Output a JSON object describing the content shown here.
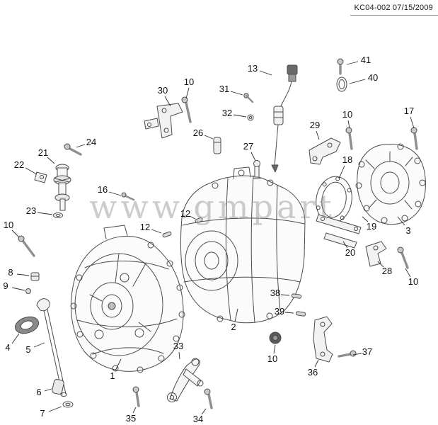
{
  "header": {
    "doc_code": "KC04-002 07/15/2009"
  },
  "watermark": {
    "text": "www.gmpart"
  },
  "colors": {
    "line": "#4a4a4a",
    "watermark_gray": "#8f8f8f",
    "background": "#ffffff"
  },
  "diagram": {
    "type": "exploded-parts-view",
    "callouts": [
      {
        "n": "41",
        "t": [
          517,
          85
        ],
        "l": [
          506,
          87,
          490,
          91
        ]
      },
      {
        "n": "40",
        "t": [
          527,
          110
        ],
        "l": [
          516,
          112,
          494,
          118
        ]
      },
      {
        "n": "13",
        "t": [
          357,
          97
        ],
        "l": [
          367,
          100,
          384,
          106
        ]
      },
      {
        "n": "30",
        "t": [
          230,
          128
        ],
        "l": [
          233,
          136,
          241,
          150
        ]
      },
      {
        "n": "10",
        "t": [
          267,
          116
        ],
        "l": [
          267,
          124,
          263,
          139
        ]
      },
      {
        "n": "31",
        "t": [
          317,
          126
        ],
        "l": [
          326,
          129,
          343,
          134
        ]
      },
      {
        "n": "32",
        "t": [
          321,
          160
        ],
        "l": [
          330,
          162,
          348,
          165
        ]
      },
      {
        "n": "26",
        "t": [
          280,
          188
        ],
        "l": [
          289,
          191,
          301,
          196
        ]
      },
      {
        "n": "27",
        "t": [
          351,
          207
        ],
        "l": [
          355,
          215,
          361,
          227
        ]
      },
      {
        "n": "29",
        "t": [
          445,
          177
        ],
        "l": [
          447,
          185,
          451,
          197
        ]
      },
      {
        "n": "10",
        "t": [
          491,
          162
        ],
        "l": [
          492,
          170,
          494,
          181
        ]
      },
      {
        "n": "17",
        "t": [
          578,
          157
        ],
        "l": [
          580,
          165,
          585,
          181
        ]
      },
      {
        "n": "18",
        "t": [
          491,
          226
        ],
        "l": [
          487,
          234,
          479,
          252
        ]
      },
      {
        "n": "3",
        "t": [
          577,
          326
        ],
        "l": [
          572,
          318,
          562,
          306
        ]
      },
      {
        "n": "24",
        "t": [
          129,
          201
        ],
        "l": [
          120,
          204,
          108,
          208
        ]
      },
      {
        "n": "21",
        "t": [
          61,
          216
        ],
        "l": [
          67,
          222,
          77,
          231
        ]
      },
      {
        "n": "22",
        "t": [
          27,
          233
        ],
        "l": [
          36,
          237,
          52,
          246
        ]
      },
      {
        "n": "23",
        "t": [
          44,
          298
        ],
        "l": [
          53,
          300,
          74,
          303
        ]
      },
      {
        "n": "16",
        "t": [
          145,
          268
        ],
        "l": [
          154,
          271,
          171,
          276
        ]
      },
      {
        "n": "12",
        "t": [
          205,
          321
        ],
        "l": [
          214,
          324,
          228,
          329
        ]
      },
      {
        "n": "12",
        "t": [
          262,
          302
        ],
        "l": [
          268,
          305,
          276,
          309
        ]
      },
      {
        "n": "10",
        "t": [
          12,
          318
        ],
        "l": [
          17,
          325,
          27,
          335
        ]
      },
      {
        "n": "8",
        "t": [
          15,
          385
        ],
        "l": [
          24,
          387,
          41,
          389
        ]
      },
      {
        "n": "9",
        "t": [
          8,
          404
        ],
        "l": [
          17,
          406,
          35,
          410
        ]
      },
      {
        "n": "4",
        "t": [
          11,
          491
        ],
        "l": [
          17,
          485,
          27,
          471
        ]
      },
      {
        "n": "5",
        "t": [
          40,
          494
        ],
        "l": [
          48,
          490,
          63,
          484
        ]
      },
      {
        "n": "6",
        "t": [
          55,
          554
        ],
        "l": [
          63,
          552,
          73,
          549
        ]
      },
      {
        "n": "7",
        "t": [
          60,
          584
        ],
        "l": [
          69,
          581,
          87,
          574
        ]
      },
      {
        "n": "1",
        "t": [
          159,
          531
        ],
        "l": [
          163,
          523,
          171,
          507
        ]
      },
      {
        "n": "35",
        "t": [
          185,
          591
        ],
        "l": [
          188,
          583,
          192,
          575
        ]
      },
      {
        "n": "33",
        "t": [
          252,
          489
        ],
        "l": [
          253,
          497,
          254,
          507
        ]
      },
      {
        "n": "34",
        "t": [
          280,
          592
        ],
        "l": [
          285,
          585,
          291,
          577
        ]
      },
      {
        "n": "2",
        "t": [
          330,
          462
        ],
        "l": [
          332,
          454,
          336,
          436
        ]
      },
      {
        "n": "38",
        "t": [
          389,
          414
        ],
        "l": [
          397,
          416,
          409,
          417
        ]
      },
      {
        "n": "39",
        "t": [
          395,
          440
        ],
        "l": [
          403,
          441,
          415,
          442
        ]
      },
      {
        "n": "10",
        "t": [
          385,
          507
        ],
        "l": [
          387,
          499,
          389,
          487
        ]
      },
      {
        "n": "36",
        "t": [
          442,
          526
        ],
        "l": [
          445,
          518,
          450,
          508
        ]
      },
      {
        "n": "37",
        "t": [
          519,
          497
        ],
        "l": [
          511,
          499,
          499,
          501
        ]
      },
      {
        "n": "19",
        "t": [
          525,
          320
        ],
        "l": [
          520,
          313,
          512,
          306
        ]
      },
      {
        "n": "20",
        "t": [
          495,
          357
        ],
        "l": [
          491,
          350,
          485,
          341
        ]
      },
      {
        "n": "28",
        "t": [
          547,
          383
        ],
        "l": [
          542,
          377,
          534,
          369
        ]
      },
      {
        "n": "10",
        "t": [
          584,
          398
        ],
        "l": [
          580,
          391,
          573,
          379
        ]
      }
    ]
  }
}
